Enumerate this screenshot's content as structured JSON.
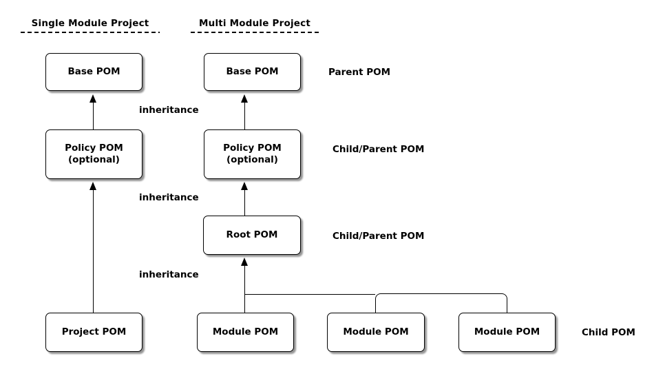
{
  "canvas": {
    "background_color": "#ffffff",
    "line_color": "#000000",
    "box_fill_color": "#ffffff",
    "shadow_color": "rgba(0,0,0,0.42)"
  },
  "headers": [
    {
      "label": "Single Module Project"
    },
    {
      "label": "Multi Module Project"
    }
  ],
  "boxes": [
    {
      "label": "Base POM"
    },
    {
      "label": "Policy POM",
      "label2": "(optional)"
    },
    {
      "label": "Project POM"
    },
    {
      "label": "Base POM"
    },
    {
      "label": "Policy POM",
      "label2": "(optional)"
    },
    {
      "label": "Root POM"
    },
    {
      "label": "Module POM"
    },
    {
      "label": "Module POM"
    },
    {
      "label": "Module POM"
    }
  ],
  "edge_labels": [
    {
      "label": "inheritance"
    },
    {
      "label": "inheritance"
    },
    {
      "label": "inheritance"
    }
  ],
  "side_labels": [
    {
      "label": "Parent POM"
    },
    {
      "label": "Child/Parent POM"
    },
    {
      "label": "Child/Parent POM"
    },
    {
      "label": "Child POM"
    }
  ]
}
